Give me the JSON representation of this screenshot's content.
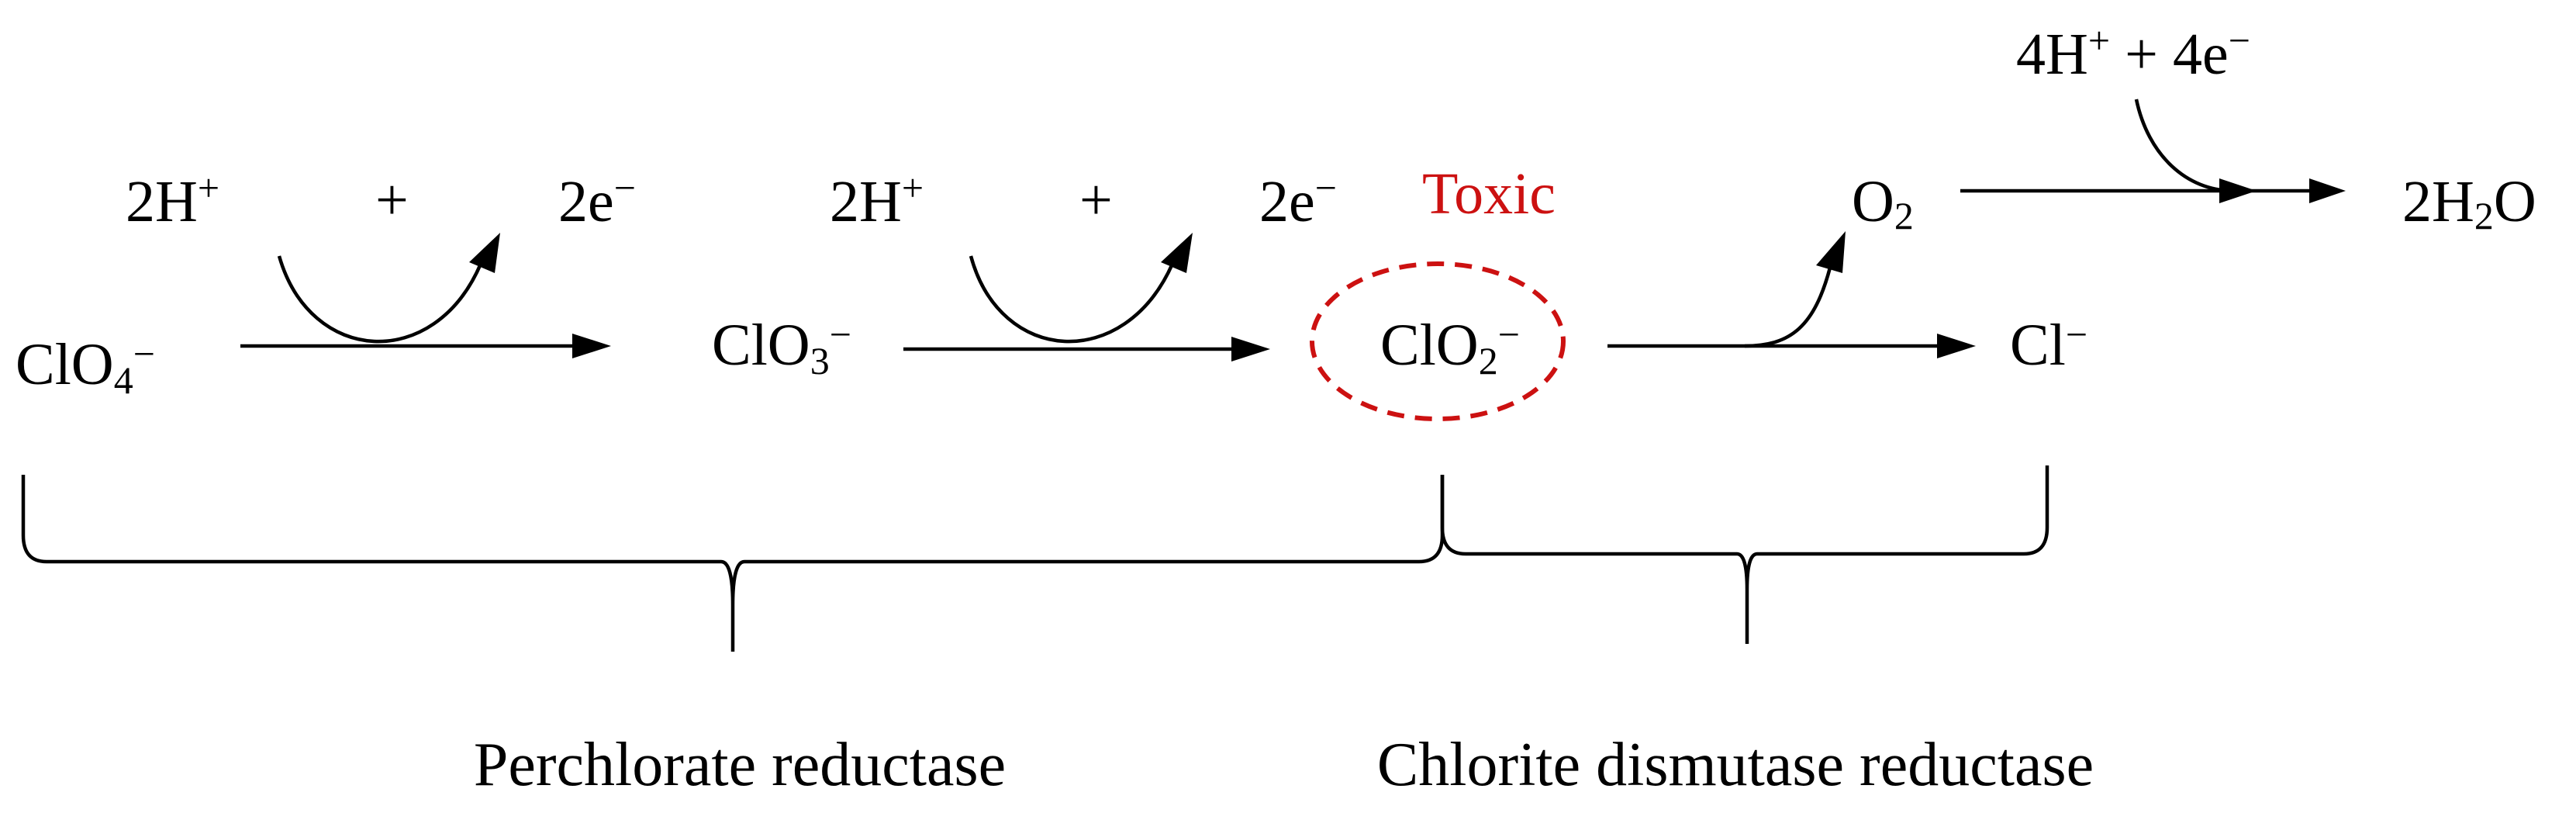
{
  "species": {
    "perchlorate": {
      "base": "ClO",
      "sub": "4",
      "sup": "−"
    },
    "chlorate": {
      "base": "ClO",
      "sub": "3",
      "sup": "−"
    },
    "chlorite": {
      "base": "ClO",
      "sub": "2",
      "sup": "−"
    },
    "chloride": {
      "base": "Cl",
      "sup": "−"
    },
    "oxygen": {
      "base": "O",
      "sub": "2"
    },
    "water": {
      "pre": "2H",
      "sub": "2",
      "post": "O"
    }
  },
  "step1": {
    "proton": "2H",
    "proton_sup": "+",
    "plus": "+",
    "electron": "2e",
    "electron_sup": "−"
  },
  "step2": {
    "proton": "2H",
    "proton_sup": "+",
    "plus": "+",
    "electron": "2e",
    "electron_sup": "−"
  },
  "step3": {
    "reagent_a": "4H",
    "reagent_a_sup": "+",
    "plus": "+",
    "reagent_b": "4e",
    "reagent_b_sup": "−"
  },
  "toxic_label": "Toxic",
  "enzymes": {
    "left": "Perchlorate reductase",
    "right": "Chlorite dismutase reductase"
  },
  "colors": {
    "toxic": "#cc1111",
    "ink": "#000000"
  }
}
